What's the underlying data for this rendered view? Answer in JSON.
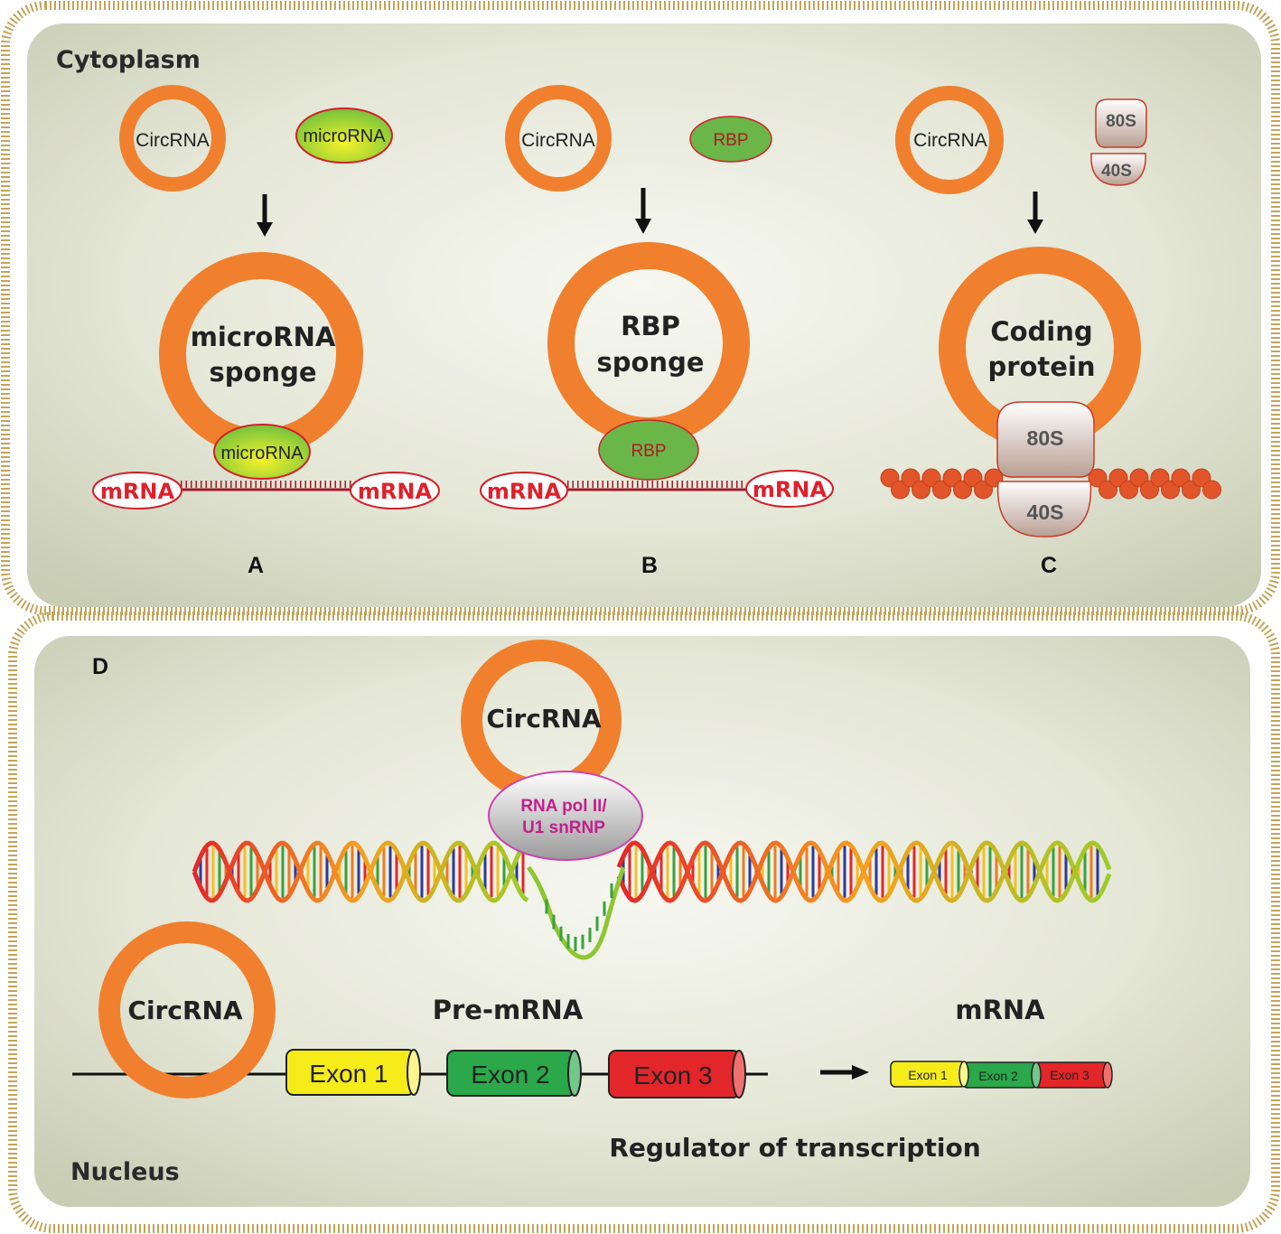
{
  "cytoplasm": {
    "title": "Cytoplasm",
    "panel_a": {
      "circ_label": "CircRNA",
      "partner_label": "microRNA",
      "big_label_line1": "microRNA",
      "big_label_line2": "sponge",
      "bound_label": "microRNA",
      "mrna_left": "mRNA",
      "mrna_right": "mRNA",
      "letter": "A"
    },
    "panel_b": {
      "circ_label": "CircRNA",
      "partner_label": "RBP",
      "big_label_line1": "RBP",
      "big_label_line2": "sponge",
      "bound_label": "RBP",
      "mrna_left": "mRNA",
      "mrna_right": "mRNA",
      "letter": "B"
    },
    "panel_c": {
      "circ_label": "CircRNA",
      "small_80s": "80S",
      "small_40s": "40S",
      "big_label_line1": "Coding",
      "big_label_line2": "protein",
      "large_80s": "80S",
      "large_40s": "40S",
      "letter": "C"
    }
  },
  "nucleus": {
    "letter": "D",
    "title": "Nucleus",
    "top_circ_label": "CircRNA",
    "polymerase_line1": "RNA pol II/",
    "polymerase_line2": "U1 snRNP",
    "left_circ_label": "CircRNA",
    "premrna_label": "Pre-mRNA",
    "mrna_label": "mRNA",
    "exons": [
      "Exon 1",
      "Exon 2",
      "Exon 3"
    ],
    "mrna_exons": [
      "Exon 1",
      "Exon 2",
      "Exon 3"
    ],
    "caption": "Regulator of transcription"
  },
  "colors": {
    "circ_orange": "#f0802e",
    "panel_bg": "#dcdfcc",
    "exon1": "#f5ec1a",
    "exon2": "#2aa84a",
    "exon3": "#e3262a",
    "mrna_text": "#e0202a",
    "polymerase_text": "#c0208a"
  }
}
